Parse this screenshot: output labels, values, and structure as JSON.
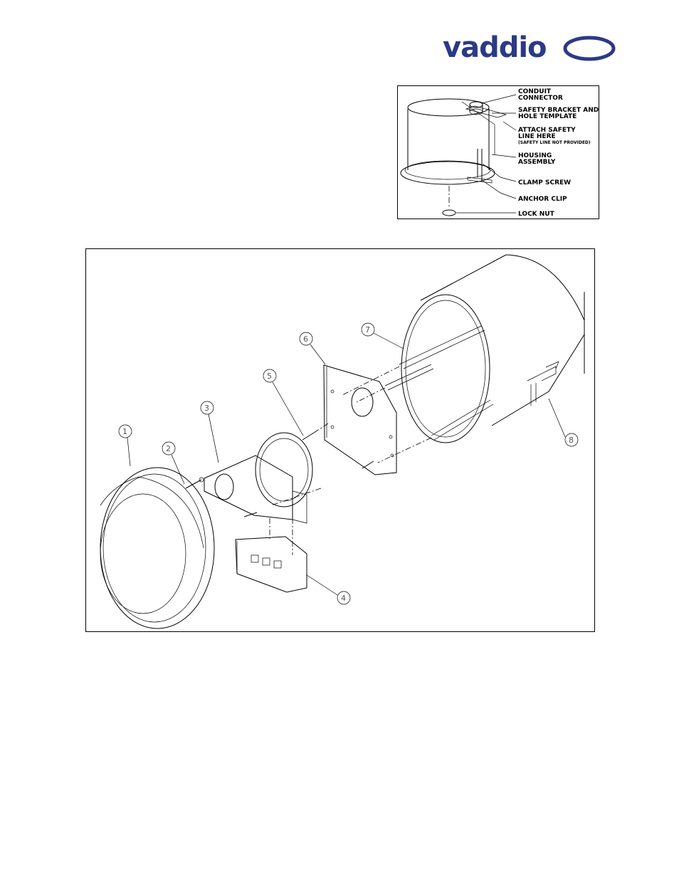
{
  "brand": {
    "logo_text": "vaddio",
    "color": "#2b3a86"
  },
  "inset_figure": {
    "callouts": {
      "conduit_connector_1": "CONDUIT",
      "conduit_connector_2": "CONNECTOR",
      "safety_bracket_1": "SAFETY BRACKET AND",
      "safety_bracket_2": "HOLE TEMPLATE",
      "attach_safety_1": "ATTACH SAFETY",
      "attach_safety_2": "LINE HERE",
      "attach_safety_note": "(SAFETY LINE NOT PROVIDED)",
      "housing_1": "HOUSING",
      "housing_2": "ASSEMBLY",
      "clamp_screw": "CLAMP SCREW",
      "anchor_clip": "ANCHOR CLIP",
      "lock_nut": "LOCK NUT"
    }
  },
  "exploded_view": {
    "part_numbers": {
      "p1": "1",
      "p2": "2",
      "p3": "3",
      "p4": "4",
      "p5": "5",
      "p6": "6",
      "p7": "7",
      "p8": "8"
    }
  }
}
